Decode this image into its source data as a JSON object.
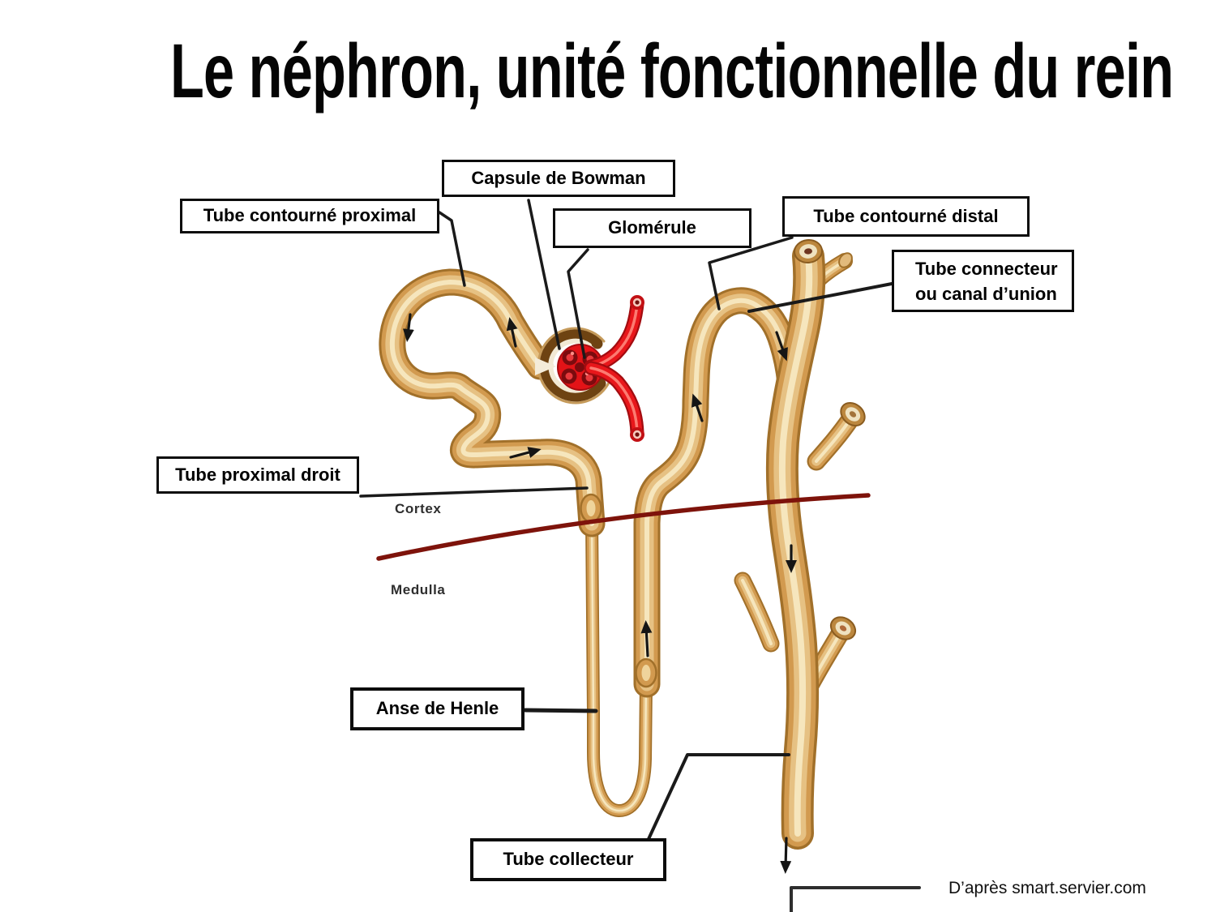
{
  "slide": {
    "title": "Le néphron, unité fonctionnelle du rein",
    "attribution": "D’après smart.servier.com"
  },
  "regions": {
    "cortex": "Cortex",
    "medulla": "Medulla"
  },
  "labels": {
    "bowman_capsule": "Capsule de Bowman",
    "proximal_convoluted": "Tube contourné proximal",
    "glomerulus": "Glomérule",
    "distal_convoluted": "Tube contourné distal",
    "connector_line1": "Tube connecteur",
    "connector_line2": "ou canal d’union",
    "proximal_straight": "Tube proximal droit",
    "loop_of_henle": "Anse de Henle",
    "collecting_duct": "Tube collecteur"
  },
  "colors": {
    "tubule_tan": "#d29a4f",
    "tubule_edge": "#a1702a",
    "tubule_core": "#f6e6bd",
    "vessel_red": "#e8171b",
    "capsule_brown": "#6e4312",
    "cortex_boundary": "#7e130b",
    "label_border": "#0c0c0c",
    "background": "#ffffff"
  }
}
